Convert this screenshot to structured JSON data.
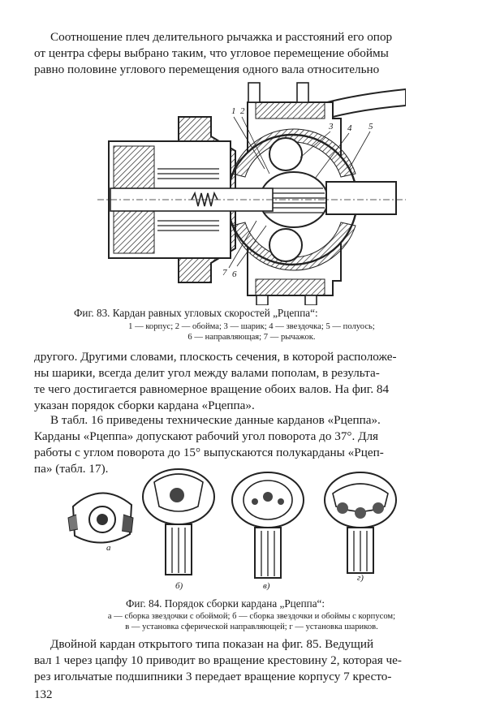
{
  "para1": [
    "Соотношение плеч делительного рычажка и расстояний его опор",
    "от центра сферы выбрано таким, что угловое перемещение обоймы",
    "равно половине углового перемещения одного вала относительно"
  ],
  "fig83": {
    "labels": [
      "1",
      "2",
      "3",
      "4",
      "5",
      "6",
      "7"
    ],
    "caption_title": "Фиг. 83. Кардан равных угловых скоростей „Рцеппа“:",
    "caption_lines": [
      "1 — корпус; 2 — обойма; 3 — шарик; 4 — звездочка; 5 — полуось;",
      "6 — направляющая; 7 — рычажок."
    ]
  },
  "para2": [
    "другого. Другими словами, плоскость сечения, в которой расположе-",
    "ны шарики, всегда делит угол между валами пополам, в результа-",
    "те чего достигается равномерное вращение обоих валов. На фиг. 84",
    "указан порядок сборки кардана «Рцеппа»."
  ],
  "para3": [
    "В табл. 16 приведены технические данные карданов «Рцеппа».",
    "Карданы «Рцеппа» допускают рабочий угол поворота до 37°. Для",
    "работы с углом поворота до 15° выпускаются полукарданы «Рцеп-",
    "па» (табл. 17)."
  ],
  "fig84": {
    "sublabels": [
      "а",
      "б)",
      "в)",
      "г)"
    ],
    "caption_title": "Фиг. 84. Порядок сборки кардана „Рцеппа“:",
    "caption_lines": [
      "а — сборка звездочки с обоймой; б — сборка звездочки и обоймы с корпусом;",
      "в — установка сферической направляющей; г — установка шариков."
    ]
  },
  "para4": [
    "Двойной кардан открытого типа показан на фиг. 85. Ведущий",
    "вал 1 через цапфу 10 приводит во вращение крестовину 2, которая че-",
    "рез игольчатые подшипники 3 передает вращение корпусу 7 кресто-"
  ],
  "page_number": "132"
}
